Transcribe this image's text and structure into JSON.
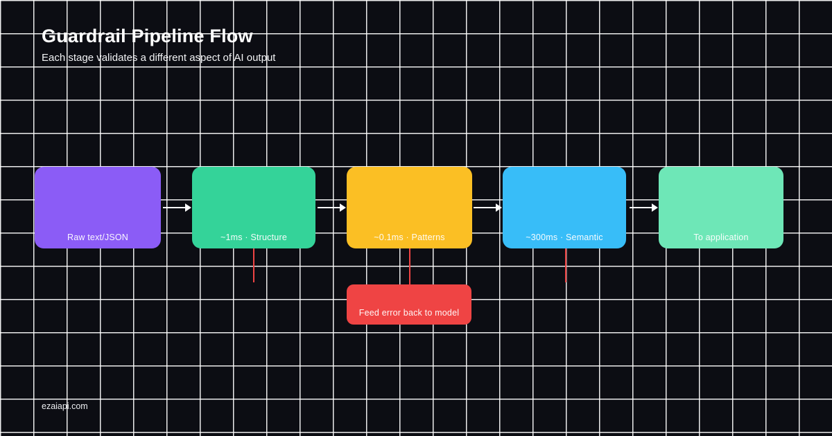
{
  "header": {
    "title": "Guardrail Pipeline Flow",
    "subtitle": "Each stage validates a different aspect of AI output"
  },
  "footer": {
    "text": "ezaiapi.com"
  },
  "colors": {
    "background": "#0c0d13",
    "grid_line": "#ffffff",
    "arrow": "#ffffff",
    "error_connector": "#ef4444",
    "title_text": "#ffffff",
    "box_label_text": "#ffffff"
  },
  "pipeline": {
    "stages": [
      {
        "id": "raw-input",
        "label": "Raw text/JSON",
        "color": "#8b5cf6"
      },
      {
        "id": "structure",
        "label": "~1ms · Structure",
        "color": "#34d399"
      },
      {
        "id": "patterns",
        "label": "~0.1ms · Patterns",
        "color": "#fbbf24"
      },
      {
        "id": "semantic",
        "label": "~300ms · Semantic",
        "color": "#38bdf8"
      },
      {
        "id": "application",
        "label": "To application",
        "color": "#6ee7b7"
      }
    ],
    "error_node": {
      "label": "Feed error back to model",
      "color": "#ef4444"
    }
  }
}
